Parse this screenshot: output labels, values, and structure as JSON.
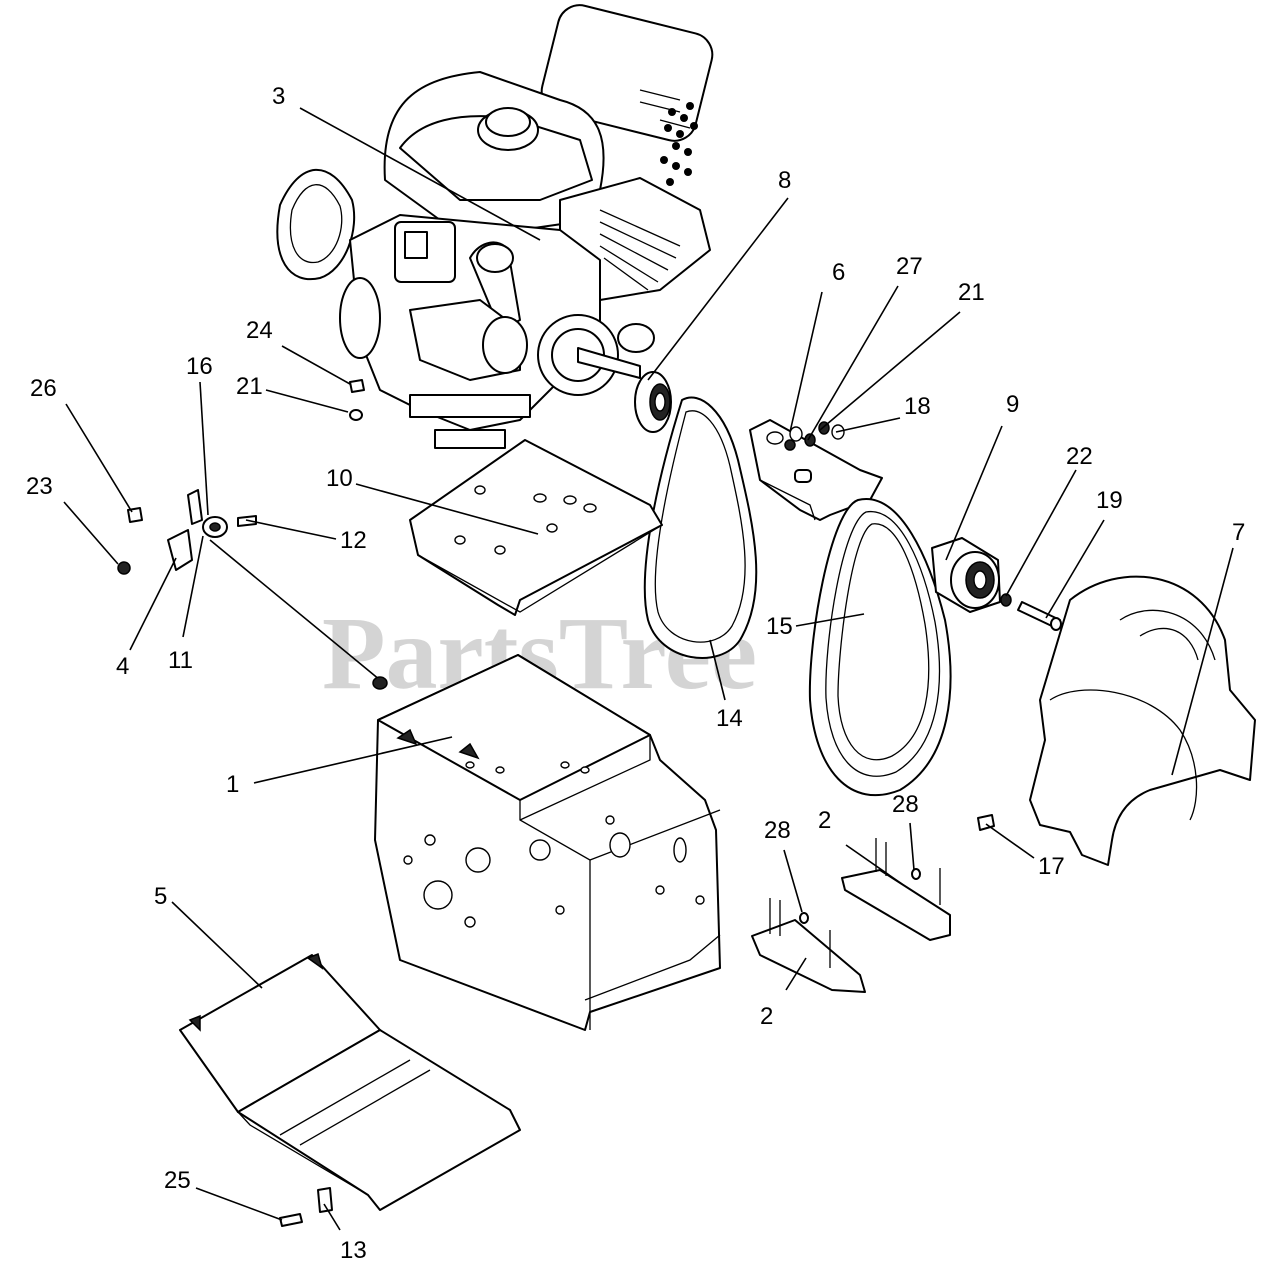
{
  "watermark": "PartsTree",
  "callouts": [
    "3",
    "8",
    "6",
    "27",
    "21",
    "18",
    "9",
    "22",
    "19",
    "7",
    "24",
    "21",
    "16",
    "26",
    "23",
    "10",
    "12",
    "4",
    "11",
    "15",
    "14",
    "1",
    "5",
    "28",
    "2",
    "28",
    "17",
    "2",
    "25",
    "13"
  ]
}
